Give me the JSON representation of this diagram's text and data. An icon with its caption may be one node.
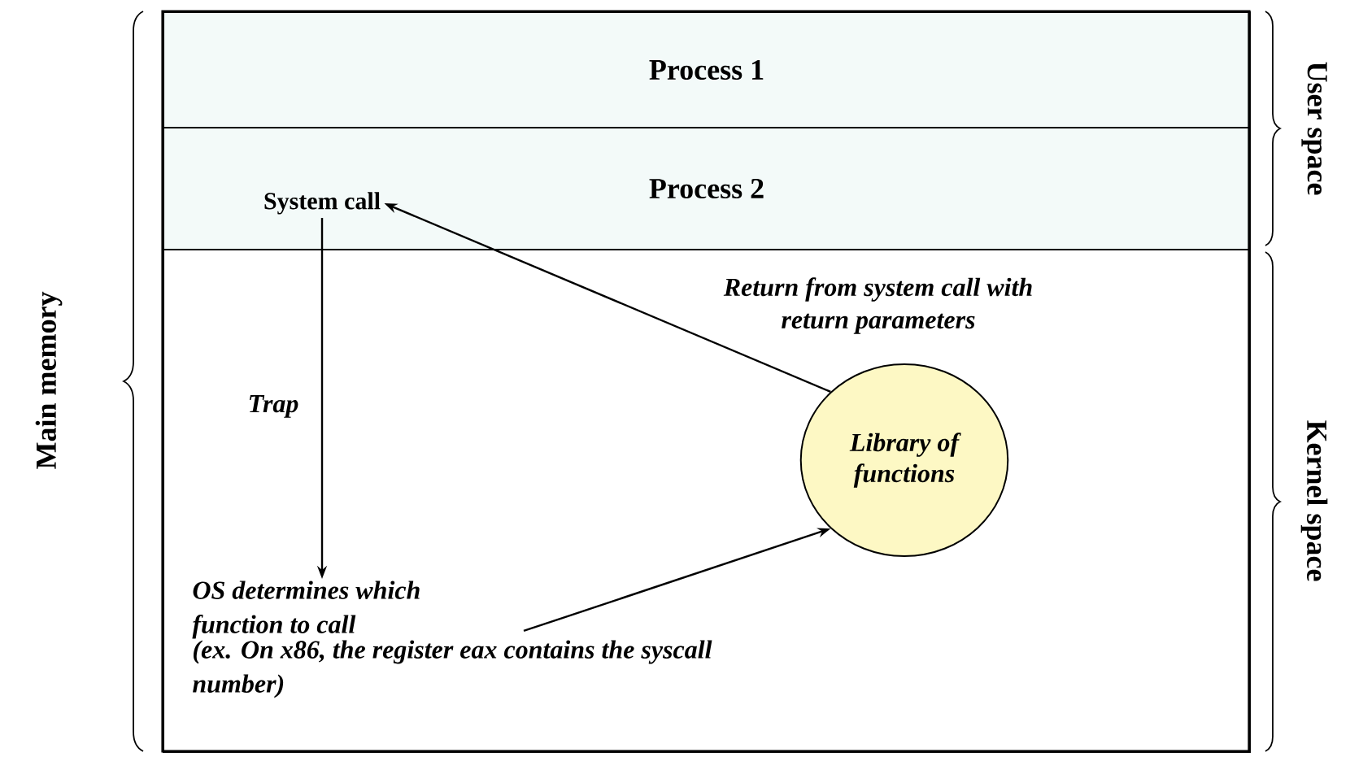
{
  "diagram": {
    "nodes": [
      {
        "text": [
          "Process 1"
        ]
      },
      {
        "text": [
          "Process 2"
        ]
      },
      {
        "text": [
          "System call"
        ],
        "in": 1
      },
      {
        "text": [],
        "shape": "box"
      },
      {
        "text": [
          "OS determines which function to call",
          "(ex. On x86, the register eax contains the syscall number)"
        ],
        "in": 3
      },
      {
        "text": [
          "Library of functions"
        ],
        "in": 3
      }
    ],
    "edges": [
      {
        "from": 2,
        "to": 4,
        "arrow": "to",
        "label": "Trap"
      },
      {
        "from": 4,
        "to": 5,
        "arrow": "to"
      },
      {
        "from": 5,
        "to": 2,
        "arrow": "to",
        "label": "Return from system call with return parameters"
      }
    ],
    "labels": [
      "User space",
      "Main memory",
      "Kernel space"
    ]
  }
}
